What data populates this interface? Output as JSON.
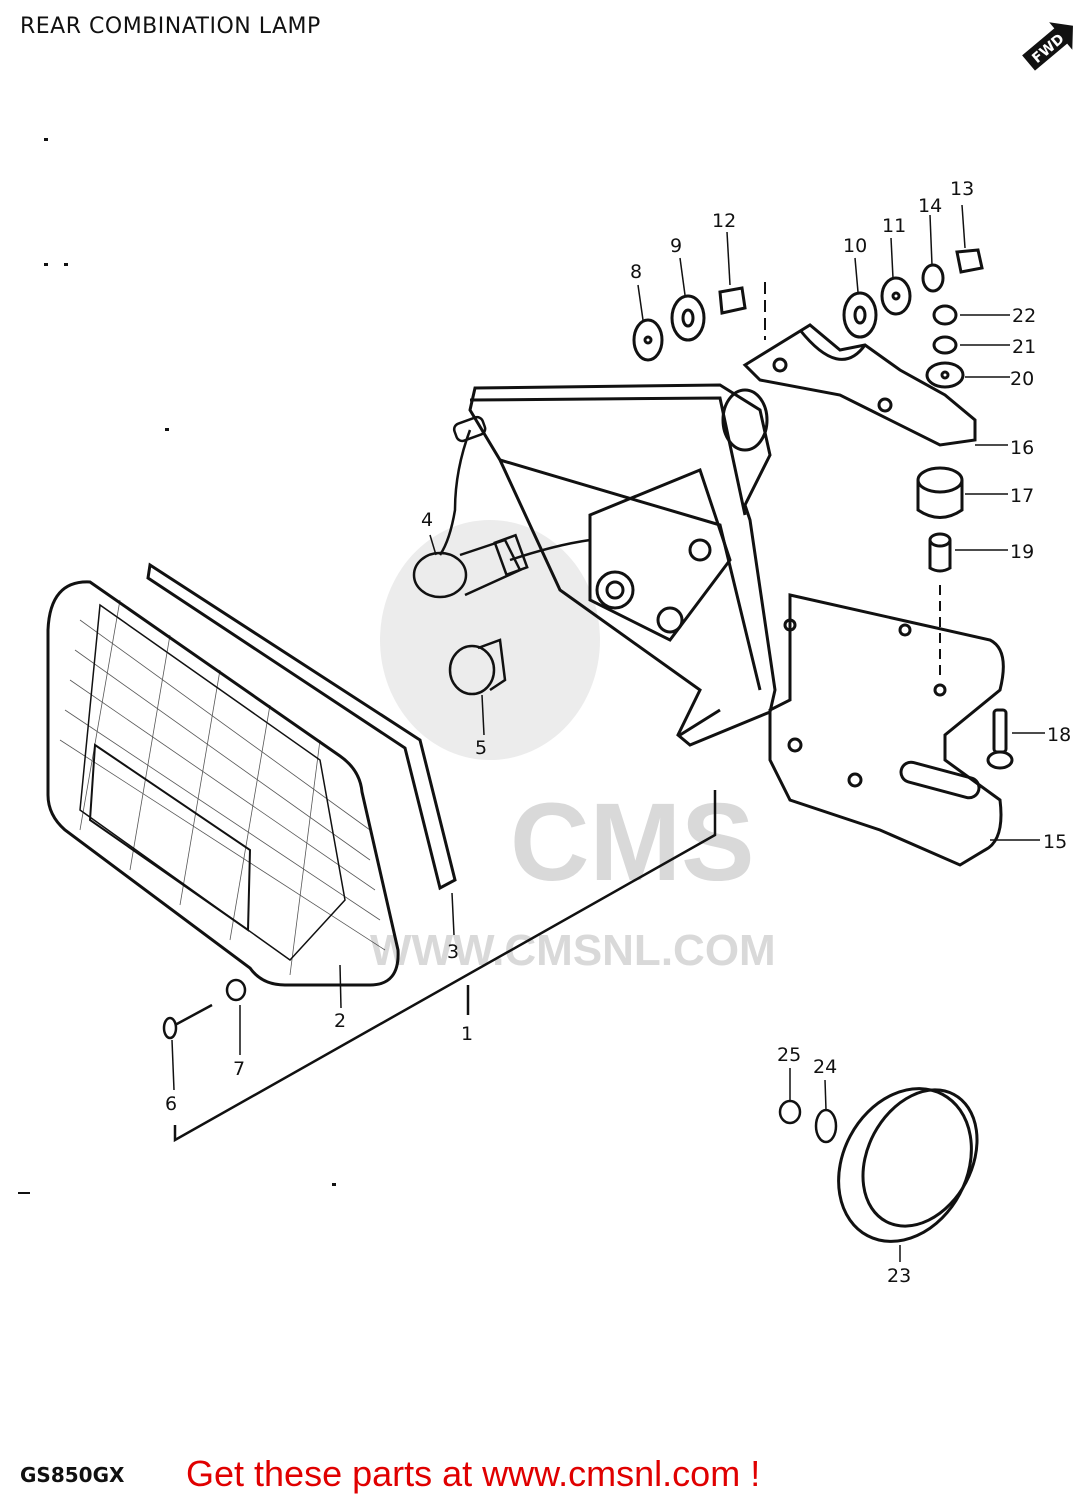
{
  "title": "REAR COMBINATION LAMP",
  "model": "GS850GX",
  "watermark": {
    "brand": "CMS",
    "url": "WWW.CMSNL.COM"
  },
  "fwd_label": "FWD",
  "cta": "Get these parts at www.cmsnl.com !",
  "callouts": {
    "p1": "1",
    "p2": "2",
    "p3": "3",
    "p4": "4",
    "p5": "5",
    "p6": "6",
    "p7": "7",
    "p8": "8",
    "p9": "9",
    "p10": "10",
    "p11": "11",
    "p12": "12",
    "p13": "13",
    "p14": "14",
    "p15": "15",
    "p16": "16",
    "p17": "17",
    "p18": "18",
    "p19": "19",
    "p20": "20",
    "p21": "21",
    "p22": "22",
    "p23": "23",
    "p24": "24",
    "p25": "25"
  },
  "colors": {
    "cta": "#e00000",
    "line": "#111111",
    "watermark": "#d9d9d9"
  }
}
